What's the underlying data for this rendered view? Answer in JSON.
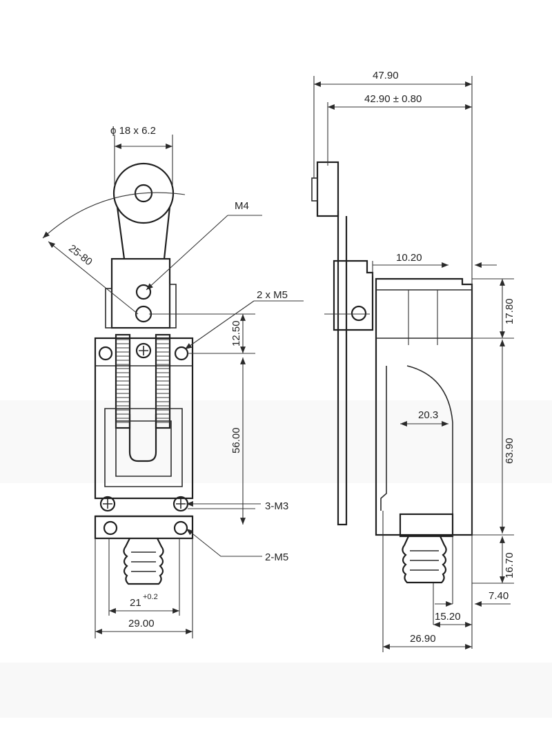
{
  "labels": {
    "roller": "ϕ 18 x 6.2",
    "m4": "M4",
    "arc_range": "25-80",
    "two_m5_top": "2 x M5",
    "dim_12_50": "12.50",
    "dim_56_00": "56.00",
    "three_m3": "3-M3",
    "two_m5_bottom": "2-M5",
    "dim_21": "21",
    "dim_21_tol": "+0.2",
    "dim_29_00": "29.00",
    "dim_47_90": "47.90",
    "dim_42_90": "42.90 ± 0.80",
    "dim_10_20": "10.20",
    "dim_17_80": "17.80",
    "dim_20_3": "20.3",
    "dim_63_90": "63.90",
    "dim_16_70": "16.70",
    "dim_7_40": "7.40",
    "dim_15_20": "15.20",
    "dim_26_90": "26.90"
  },
  "colors": {
    "line": "#2a2a2a",
    "background": "#ffffff"
  }
}
